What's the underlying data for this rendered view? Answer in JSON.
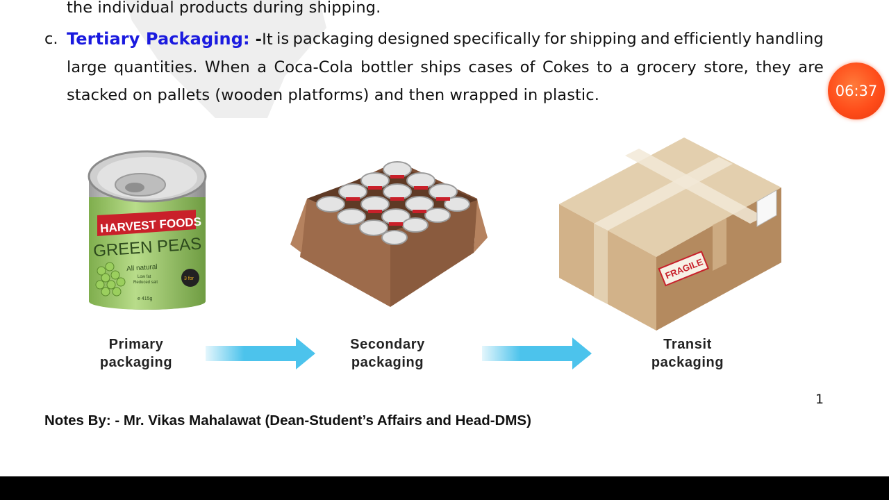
{
  "document": {
    "line0": "the individual products during shipping.",
    "item_marker": "c.",
    "term": "Tertiary Packaging:",
    "term_dash": " -",
    "line1_words": [
      "It",
      "is",
      "packaging",
      "designed",
      "specifically",
      "for",
      "shipping",
      "and",
      "efficiently",
      "handling"
    ],
    "line2": "large quantities. When a Coca-Cola bottler ships cases of Cokes to a grocery store, they are",
    "line3": "stacked on pallets (wooden platforms) and then wrapped in plastic."
  },
  "timer": {
    "value": "06:37"
  },
  "figure": {
    "can_label_brand": "HARVEST FOODS",
    "can_label_product": "GREEN PEAS",
    "can_label_sub": "All natural",
    "can_label_sub2": "Low fat",
    "can_label_sub3": "Reduced salt",
    "can_label_weight": "e 415g",
    "can_label_badge": "3 for",
    "fragile_label": "FRAGILE",
    "captions": [
      {
        "line1": "Primary",
        "line2": "packaging"
      },
      {
        "line1": "Secondary",
        "line2": "packaging"
      },
      {
        "line1": "Transit",
        "line2": "packaging"
      }
    ]
  },
  "footer": {
    "page_number": "1",
    "notes": "Notes By: - Mr. Vikas Mahalawat (Dean-Student’s Affairs and Head-DMS)"
  },
  "colors": {
    "term_blue": "#1a1adf",
    "timer_orange": "#ff4d1a",
    "arrow_blue": "#4cc3ec",
    "box_brown": "#a0704f",
    "can_green": "#8fc05c",
    "can_red": "#d0202a"
  }
}
